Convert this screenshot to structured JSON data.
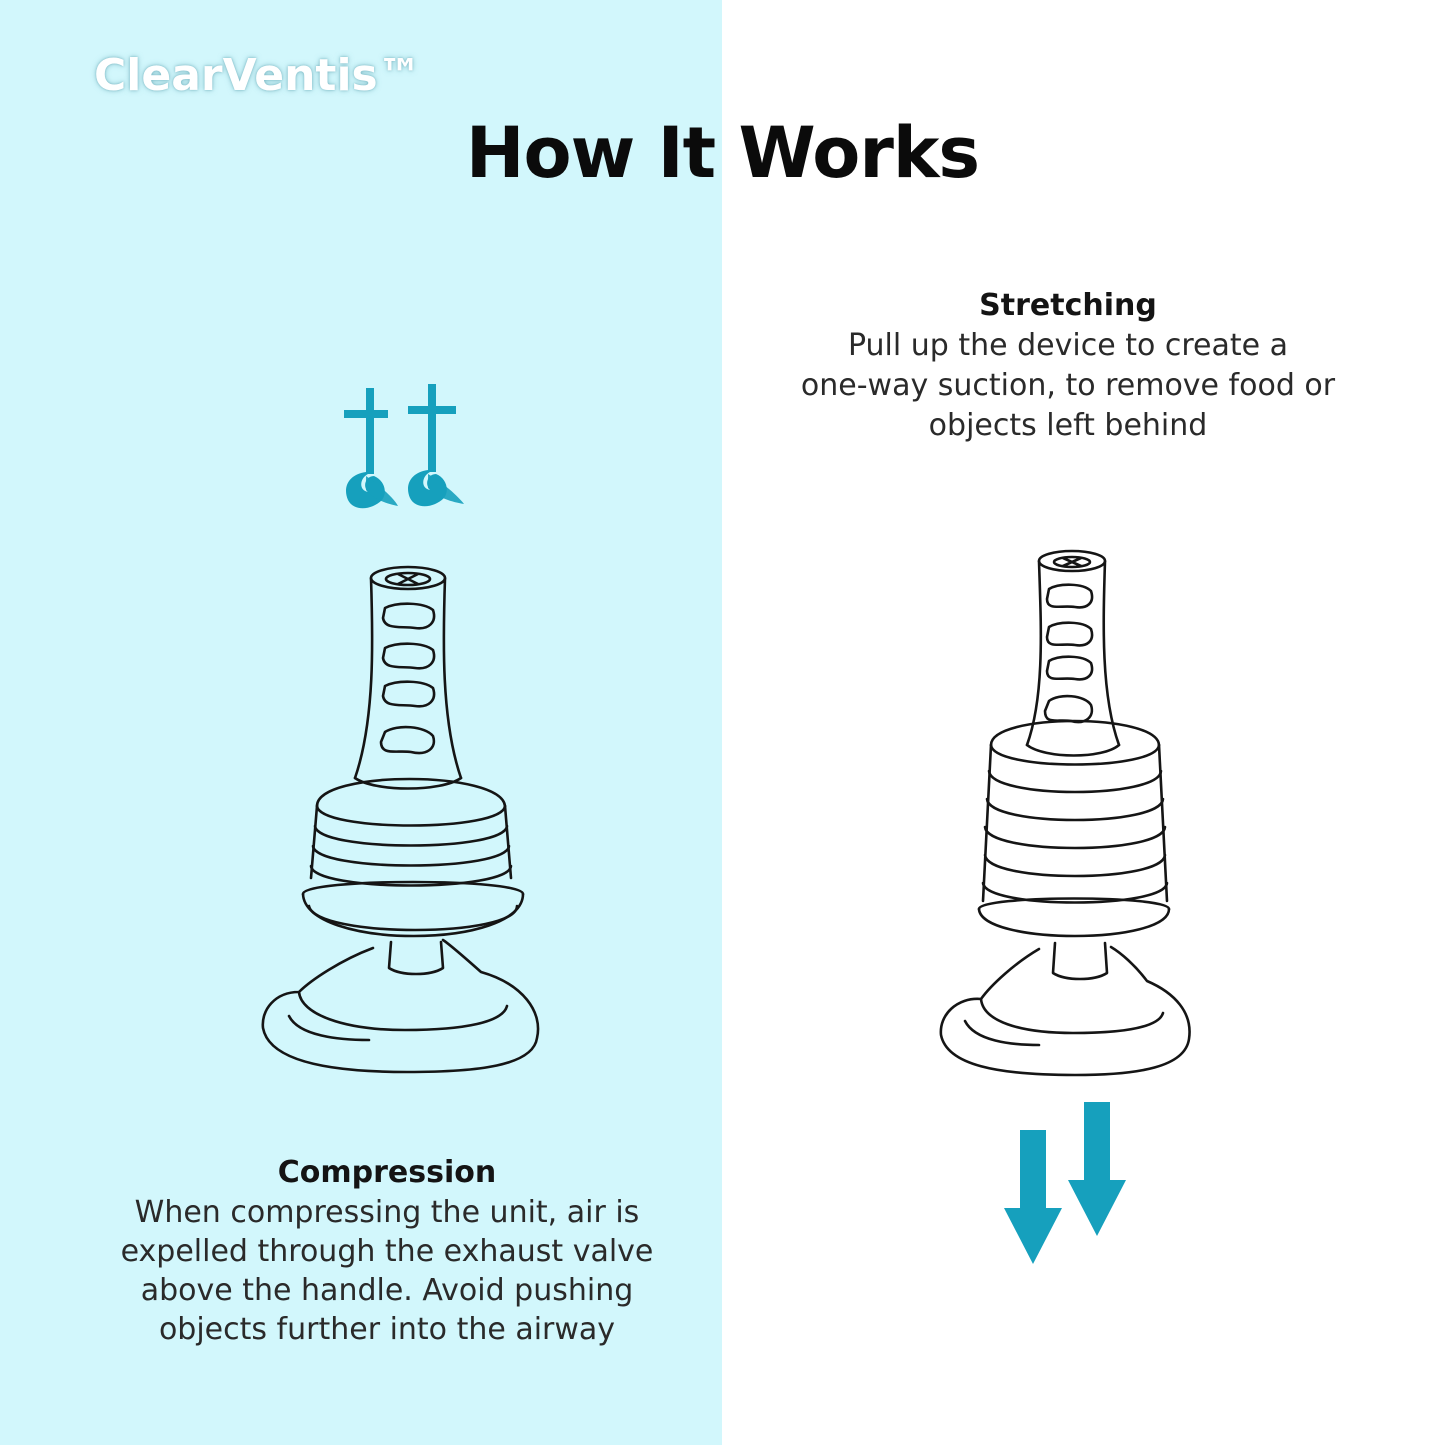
{
  "brand": {
    "name": "ClearVentis™"
  },
  "title": "How It Works",
  "stretching": {
    "heading": "Stretching",
    "lines": [
      "Pull up the device to create a",
      "one-way suction, to remove food or",
      "objects left behind"
    ]
  },
  "compression": {
    "heading": "Compression",
    "lines": [
      "When compressing the unit, air is",
      "expelled through the exhaust valve",
      "above the handle. Avoid pushing",
      "objects further into the airway"
    ]
  },
  "icons": {
    "compression_indicator": "up-arrows-icon",
    "stretching_indicator": "down-arrows-icon",
    "device": "anti-choking-device-illustration"
  },
  "colors": {
    "left_background": "#d2f7fc",
    "right_background": "#ffffff",
    "accent": "#16a0bd",
    "title": "#0b0b0b",
    "brand": "#ffffff"
  }
}
